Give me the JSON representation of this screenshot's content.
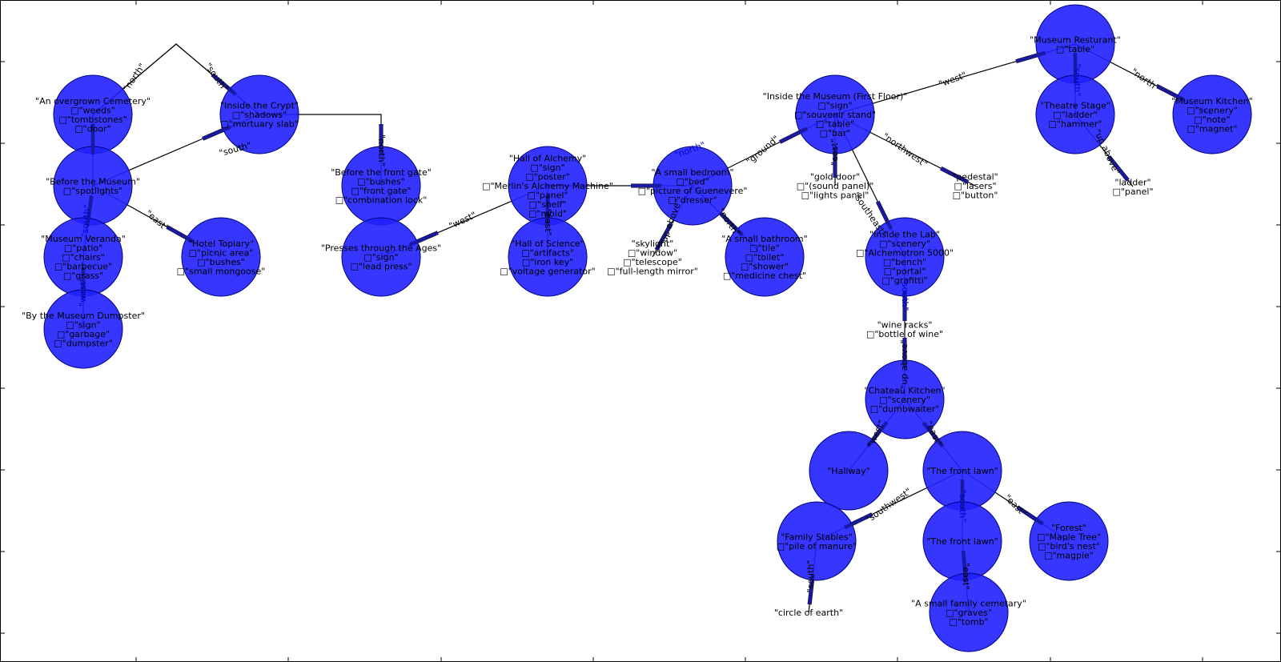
{
  "rooms": [
    {
      "id": "museum-restaurant",
      "label": "\"Museum Resturant\"",
      "items": [
        "\"table\""
      ]
    },
    {
      "id": "museum-kitchen",
      "label": "\"Museum Kitchen\"",
      "items": [
        "\"scenery\"",
        "\"note\"",
        "\"magnet\""
      ]
    },
    {
      "id": "theatre-stage",
      "label": "\"Theatre Stage\"",
      "items": [
        "\"ladder\"",
        "\"hammer\""
      ]
    },
    {
      "id": "ladder-loc",
      "label": "\"ladder\"",
      "items": [
        "\"panel\""
      ]
    },
    {
      "id": "inside-museum",
      "label": "\"Inside the Museum (First Floor)\"",
      "items": [
        "\"sign\"",
        "\"souvenir stand\"",
        "\"table\"",
        "\"bar\""
      ]
    },
    {
      "id": "pedestal",
      "label": "\"pedestal\"",
      "items": [
        "\"lasers\"",
        "\"button\""
      ]
    },
    {
      "id": "gold-door",
      "label": "\"gold door\"",
      "items": [
        "\"(sound panel)\"",
        "\"lights panel\""
      ]
    },
    {
      "id": "inside-lab",
      "label": "\"Inside the Lab\"",
      "items": [
        "\"scenery\"",
        "\"Alchemotron 5000\"",
        "\"bench\"",
        "\"portal\"",
        "\"grafitti\""
      ]
    },
    {
      "id": "wine-racks",
      "label": "\"wine racks\"",
      "items": [
        "\"bottle of wine\""
      ]
    },
    {
      "id": "chateau-kitchen",
      "label": "\"Chateau Kitchen\"",
      "items": [
        "\"scenery\"",
        "\"dumbwaiter\""
      ]
    },
    {
      "id": "hallway",
      "label": "\"Hallway\"",
      "items": []
    },
    {
      "id": "front-lawn-1",
      "label": "\"The front lawn\"",
      "items": []
    },
    {
      "id": "forest",
      "label": "\"Forest\"",
      "items": [
        "\"Maple Tree\"",
        "\"bird's nest\"",
        "\"magpie\""
      ]
    },
    {
      "id": "family-stables",
      "label": "\"Family Stables\"",
      "items": [
        "\"pile of manure\""
      ]
    },
    {
      "id": "circle-of-earth",
      "label": "\"circle of earth\"",
      "items": []
    },
    {
      "id": "front-lawn-2",
      "label": "\"The front lawn\"",
      "items": []
    },
    {
      "id": "family-cemetary",
      "label": "\"A small family cemetary\"",
      "items": [
        "\"graves\"",
        "\"tomb\""
      ]
    },
    {
      "id": "small-bedroom",
      "label": "\"A small bedroom\"",
      "items": [
        "\"bed\"",
        "\"picture of Guenevere\"",
        "\"dresser\""
      ]
    },
    {
      "id": "skylight",
      "label": "\"skylight\"",
      "items": [
        "\"window\"",
        "\"telescope\"",
        "\"full-length mirror\""
      ]
    },
    {
      "id": "small-bathroom",
      "label": "\"A small bathroom\"",
      "items": [
        "\"tile\"",
        "\"toilet\"",
        "\"shower\"",
        "\"medicine chest\""
      ]
    },
    {
      "id": "hall-of-alchemy",
      "label": "\"Hall of Alchemy\"",
      "items": [
        "\"sign\"",
        "\"poster\"",
        "\"Merlin's Alchemy Machine\"",
        "\"panel\"",
        "\"shelf\"",
        "\"mold\""
      ]
    },
    {
      "id": "hall-of-science",
      "label": "\"Hall of Science\"",
      "items": [
        "\"artifacts\"",
        "\"iron key\"",
        "\"voltage generator\""
      ]
    },
    {
      "id": "before-front-gate",
      "label": "\"Before the front gate\"",
      "items": [
        "\"bushes\"",
        "\"front gate\"",
        "\"combination lock\""
      ]
    },
    {
      "id": "presses-through-ages",
      "label": "\"Presses through the Ages\"",
      "items": [
        "\"sign\"",
        "\"lead press\""
      ]
    },
    {
      "id": "overgrown-cemetery",
      "label": "\"An overgrown Cemetery\"",
      "items": [
        "\"weeds\"",
        "\"tombstones\"",
        "\"door\""
      ]
    },
    {
      "id": "inside-crypt",
      "label": "\"Inside the Crypt\"",
      "items": [
        "\"shadows\"",
        "\"mortuary slab\""
      ]
    },
    {
      "id": "before-museum",
      "label": "\"Before the Museum\"",
      "items": [
        "\"spotlights\""
      ]
    },
    {
      "id": "museum-veranda",
      "label": "\"Museum Veranda\"",
      "items": [
        "\"patio\"",
        "\"chairs\"",
        "\"barbecue\"",
        "\"grass\""
      ]
    },
    {
      "id": "hotel-topiary",
      "label": "\"Hotel Topiary\"",
      "items": [
        "\"picnic area\"",
        "\"bushes\"",
        "\"small mongoose\""
      ]
    },
    {
      "id": "by-dumpster",
      "label": "\"By the Museum Dumpster\"",
      "items": [
        "\"sign\"",
        "\"garbage\"",
        "\"dumpster\""
      ]
    }
  ],
  "edge_labels": [
    {
      "id": "el-west-rest",
      "text": "\"west\""
    },
    {
      "id": "el-north-kitchen",
      "text": "\"north\""
    },
    {
      "id": "el-south-stage",
      "text": "\"south\""
    },
    {
      "id": "el-up-above-ladder",
      "text": "\"up above\""
    },
    {
      "id": "el-northwest-pedestal",
      "text": "\"northwest\""
    },
    {
      "id": "el-east-gold",
      "text": "\"east\""
    },
    {
      "id": "el-southeast-lab",
      "text": "\"southeast\""
    },
    {
      "id": "el-south-wine",
      "text": "\"south\""
    },
    {
      "id": "el-up-above-chateau",
      "text": "\"up above\""
    },
    {
      "id": "el-west-hallway",
      "text": "\"west\""
    },
    {
      "id": "el-east-lawn",
      "text": "\"east\""
    },
    {
      "id": "el-east-forest",
      "text": "\"east\""
    },
    {
      "id": "el-southwest-stables",
      "text": "\"southwest\""
    },
    {
      "id": "el-south-circle",
      "text": "\"south\""
    },
    {
      "id": "el-south-lawn2",
      "text": "\"south\""
    },
    {
      "id": "el-east-cemetary",
      "text": "\"east\""
    },
    {
      "id": "el-ground",
      "text": "\"ground\""
    },
    {
      "id": "el-north-bedroom",
      "text": "\"north\""
    },
    {
      "id": "el-up-above-skylight",
      "text": "\"up above\""
    },
    {
      "id": "el-north-bathroom",
      "text": "\"north\""
    },
    {
      "id": "el-east-science",
      "text": "\"east\""
    },
    {
      "id": "el-west-presses",
      "text": "\"west\""
    },
    {
      "id": "el-north-gate",
      "text": "\"north\""
    },
    {
      "id": "el-north-cemetery",
      "text": "\"north\""
    },
    {
      "id": "el-south-crypt",
      "text": "\"south\""
    },
    {
      "id": "el-south-museum",
      "text": "\"south\""
    },
    {
      "id": "el-east-topiary",
      "text": "\"east\""
    },
    {
      "id": "el-south-veranda",
      "text": "\"south\""
    },
    {
      "id": "el-west-dumpster",
      "text": "\"west\""
    }
  ],
  "colors": {
    "node_fill": "#2020ff",
    "node_stroke": "#000080",
    "edge": "#000000"
  }
}
